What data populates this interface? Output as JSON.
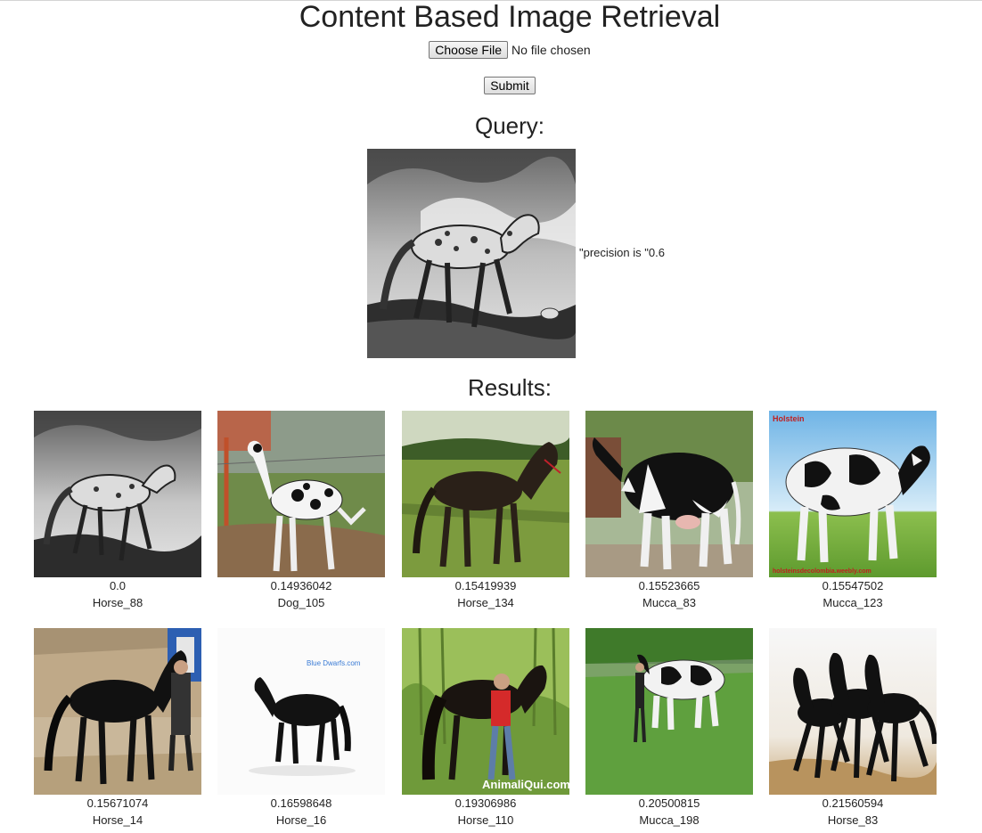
{
  "page": {
    "title": "Content Based Image Retrieval"
  },
  "form": {
    "choose_label": "Choose File",
    "file_status": "No file chosen",
    "submit_label": "Submit"
  },
  "query": {
    "heading": "Query:",
    "precision_text": "\"precision is \"0.6"
  },
  "results": {
    "heading": "Results:",
    "items": [
      {
        "score": "0.0",
        "label": "Horse_88"
      },
      {
        "score": "0.14936042",
        "label": "Dog_105"
      },
      {
        "score": "0.15419939",
        "label": "Horse_134"
      },
      {
        "score": "0.15523665",
        "label": "Mucca_83"
      },
      {
        "score": "0.15547502",
        "label": "Mucca_123"
      },
      {
        "score": "0.15671074",
        "label": "Horse_14"
      },
      {
        "score": "0.16598648",
        "label": "Horse_16"
      },
      {
        "score": "0.19306986",
        "label": "Horse_110"
      },
      {
        "score": "0.20500815",
        "label": "Mucca_198"
      },
      {
        "score": "0.21560594",
        "label": "Horse_83"
      }
    ]
  },
  "image_overlays": {
    "mucca_123_top": "Holstein",
    "mucca_123_bottom": "holsteinsdecolombia.weebly.com",
    "horse_16_logo": "Blue Dwarfs.com",
    "horse_110_watermark": "AnimaliQui.com"
  }
}
